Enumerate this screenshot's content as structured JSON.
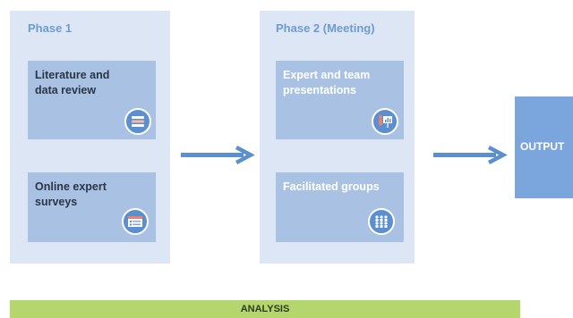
{
  "phase1": {
    "title": "Phase 1",
    "cards": [
      {
        "label": "Literature and data review",
        "icon": "database-icon"
      },
      {
        "label": "Online expert surveys",
        "icon": "survey-form-icon"
      }
    ]
  },
  "phase2": {
    "title": "Phase 2 (Meeting)",
    "cards": [
      {
        "label": "Expert and team presentations",
        "icon": "presenter-icon"
      },
      {
        "label": "Facilitated groups",
        "icon": "group-audience-icon"
      }
    ]
  },
  "output": {
    "label": "OUTPUT"
  },
  "analysis": {
    "label": "ANALYSIS"
  },
  "colors": {
    "panel": "#dde6f4",
    "card": "#a9c2e4",
    "arrow": "#5b8fd0",
    "output": "#7aa6dd",
    "analysis": "#b5d66c"
  }
}
